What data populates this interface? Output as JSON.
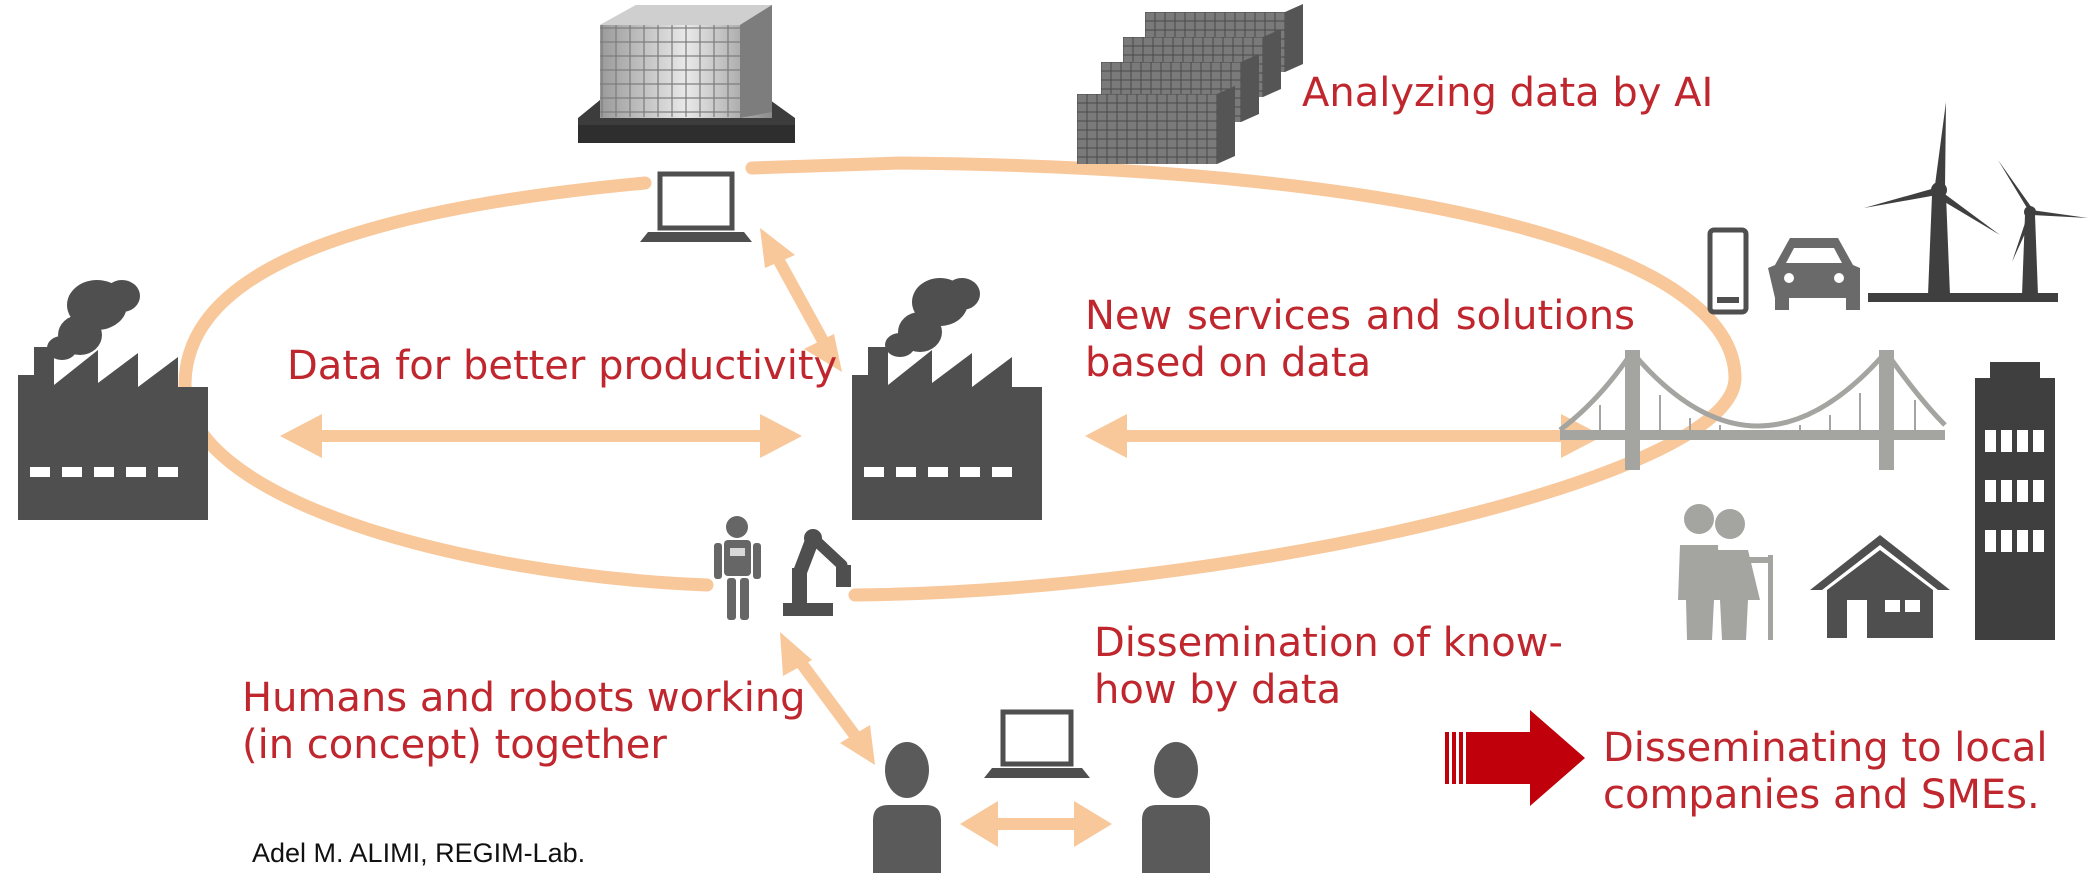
{
  "labels": {
    "analyzing": "Analyzing data by AI",
    "productivity": "Data for better productivity",
    "new_services_1": "New services and solutions",
    "new_services_2": "based on data",
    "humans_1": "Humans and robots working",
    "humans_2": "(in concept) together",
    "dissemination_1": "Dissemination of know-",
    "dissemination_2": "how by data",
    "smes_1": "Disseminating to local",
    "smes_2": "companies and SMEs."
  },
  "credit": "Adel M. ALIMI, REGIM-Lab.",
  "colors": {
    "label_text": "#c0262d",
    "loop": "#f8c79a",
    "arrow": "#f8c79a",
    "icon_dark": "#4f4f4f",
    "icon_gray": "#a4a4a0",
    "red_arrow": "#c0000a"
  },
  "icons": [
    "data-center-building-icon",
    "server-racks-icon",
    "laptop-icon",
    "factory-icon",
    "humanoid-robot-icon",
    "robot-arm-icon",
    "person-icon",
    "smartphone-icon",
    "car-icon",
    "wind-turbine-icon",
    "bridge-icon",
    "elderly-couple-icon",
    "house-icon",
    "office-building-icon",
    "red-block-arrow-icon"
  ]
}
